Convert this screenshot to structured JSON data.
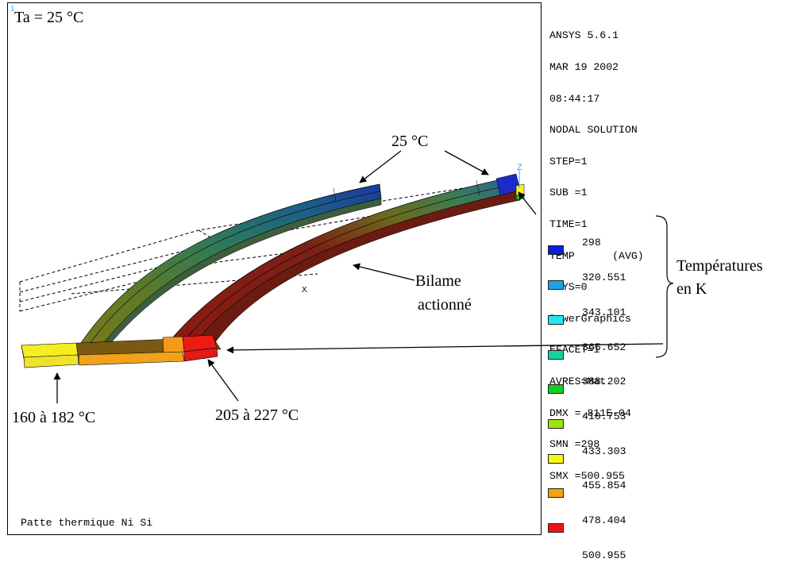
{
  "viewport": {
    "window_number": "1",
    "ambient": "Ta = 25 °C",
    "caption": "Patte thermique Ni Si",
    "axis_z": "Z",
    "axis_x_mark": "X"
  },
  "annotations": {
    "cold_end": "25 °C",
    "actuated": [
      "Bilame",
      "actionné"
    ],
    "left_tip": "160 à 182 °C",
    "right_tip": "205 à 227 °C",
    "temps_label": [
      "Températures",
      "en K"
    ]
  },
  "info_lines": [
    "ANSYS 5.6.1",
    "MAR 19 2002",
    "08:44:17",
    "NODAL SOLUTION",
    "STEP=1",
    "SUB =1",
    "TIME=1",
    "TEMP      (AVG)",
    "RSYS=0",
    "PowerGraphics",
    "EFACET=1",
    "AVRES=Mat",
    "DMX =.811E-04",
    "SMN =298",
    "SMX =500.955"
  ],
  "legend": [
    {
      "value": "298",
      "color": "#0a1fd6"
    },
    {
      "value": "320.551",
      "color": "#1aa2e6"
    },
    {
      "value": "343.101",
      "color": "#23e6f0"
    },
    {
      "value": "365.652",
      "color": "#12d39c"
    },
    {
      "value": "388.202",
      "color": "#17cc23"
    },
    {
      "value": "410.753",
      "color": "#9be40d"
    },
    {
      "value": "433.303",
      "color": "#f6f61c"
    },
    {
      "value": "455.854",
      "color": "#f3a210"
    },
    {
      "value": "478.404",
      "color": "#ef1414"
    },
    {
      "value": "500.955",
      "color": null
    }
  ]
}
